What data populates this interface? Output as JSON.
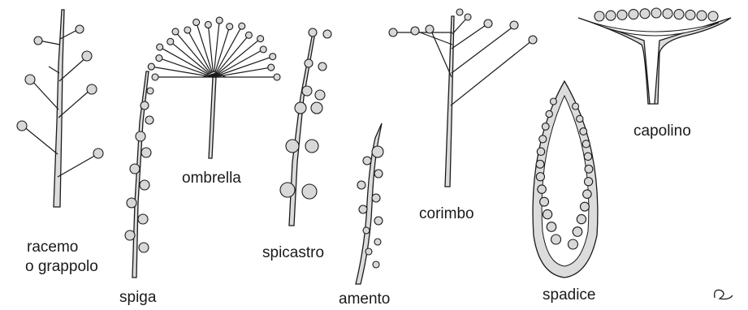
{
  "labels": {
    "racemo": "racemo",
    "grappolo": "o grappolo",
    "spiga": "spiga",
    "ombrella": "ombrella",
    "spicastro": "spicastro",
    "amento": "amento",
    "corimbo": "corimbo",
    "spadice": "spadice",
    "capolino": "capolino"
  },
  "colors": {
    "stroke": "#1a1a1a",
    "flower_fill": "#d8d8d8",
    "stem_fill": "#dcdcdc"
  }
}
